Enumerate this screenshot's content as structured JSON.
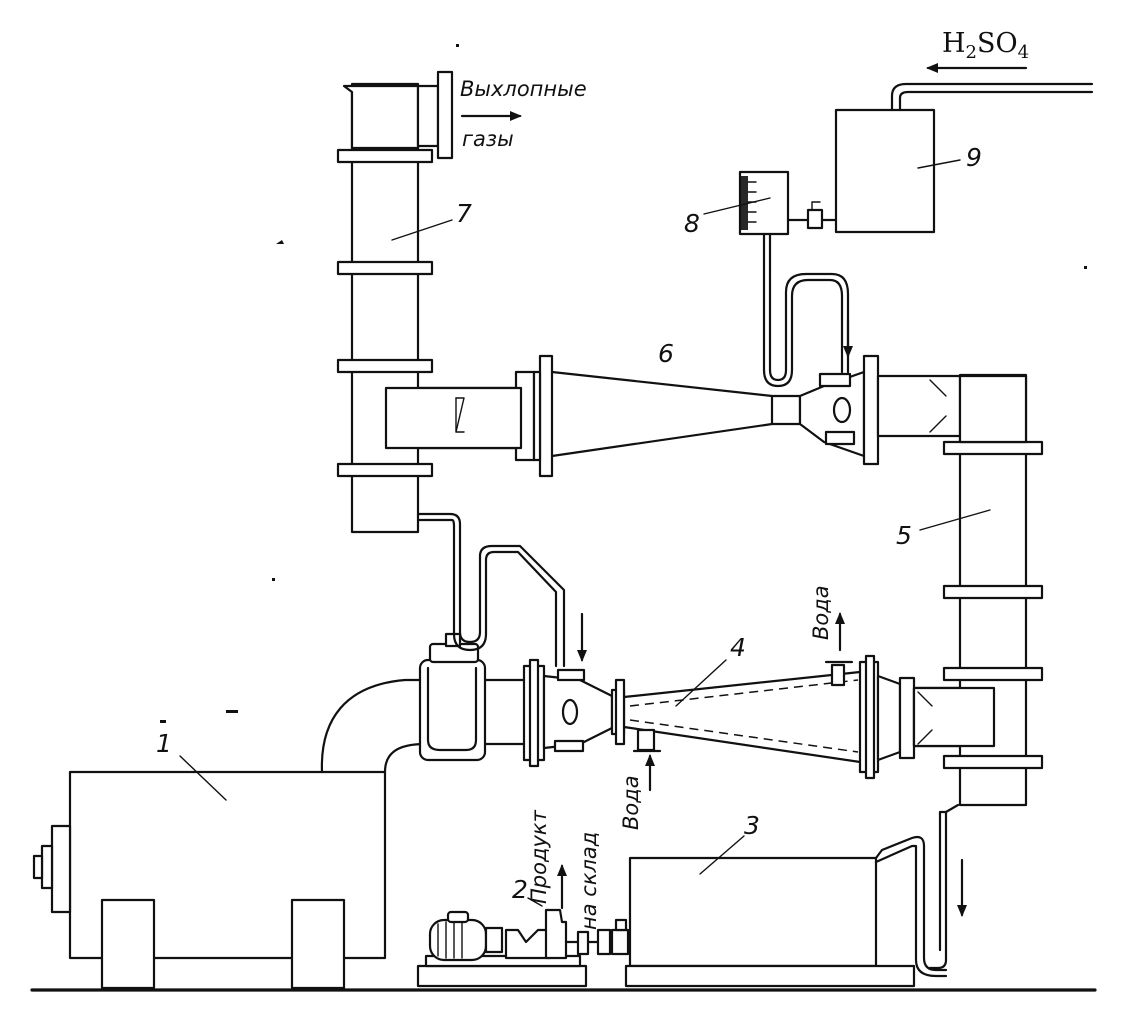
{
  "labels": {
    "one": "1",
    "two": "2",
    "three": "3",
    "four": "4",
    "five": "5",
    "six": "6",
    "seven": "7",
    "eight": "8",
    "nine": "9"
  },
  "annotations": {
    "exhaust_line1": "Выхлопные",
    "exhaust_line2": "газы",
    "acid_main": "H",
    "acid_sub1": "2",
    "acid_mid": "SO",
    "acid_sub2": "4",
    "water": "Вода",
    "product_line1": "Продукт",
    "product_line2": "на склад"
  }
}
